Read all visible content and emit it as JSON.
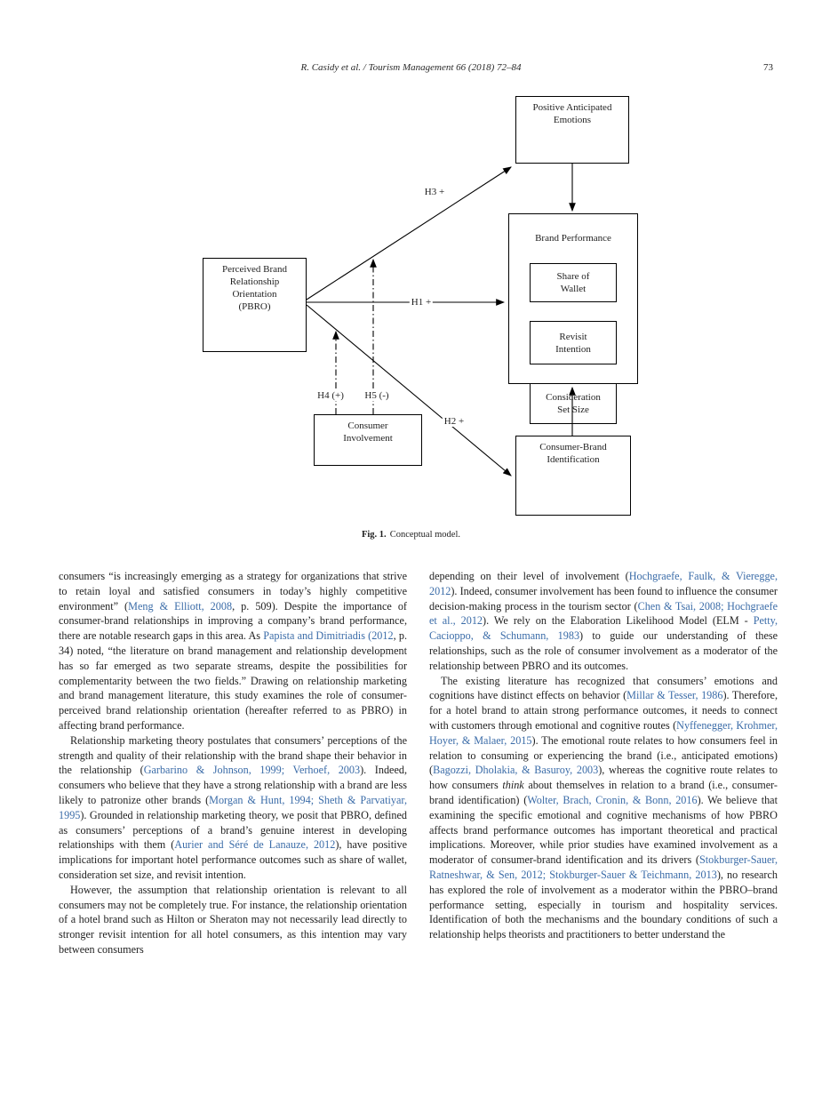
{
  "colors": {
    "link": "#3b6ca8",
    "text": "#1f1f1f"
  },
  "header": {
    "running_title": "R. Casidy et al. / Tourism Management 66 (2018) 72–84",
    "page_number": "73"
  },
  "figure": {
    "boxes": {
      "pbro": "Perceived Brand\nRelationship\nOrientation\n(PBRO)",
      "positive_anticipated_emotions": "Positive Anticipated\nEmotions",
      "brand_performance": "Brand Performance",
      "share_of_wallet": "Share of\nWallet",
      "revisit_intention": "Revisit\nIntention",
      "consideration_set_size": "Consideration\nSet Size",
      "consumer_involvement": "Consumer\nInvolvement",
      "consumer_brand_identification": "Consumer-Brand\nIdentification"
    },
    "labels": {
      "h1": "H1 +",
      "h2": "H2 +",
      "h3": "H3 +",
      "h4": "H4 (+)",
      "h5": "H5 (-)"
    },
    "caption": {
      "label": "Fig. 1.",
      "text": "Conceptual model."
    }
  },
  "body": {
    "left_column": [
      {
        "indent": false,
        "segments": [
          {
            "t": "consumers “is increasingly emerging as a strategy for organizations that strive to retain loyal and satisfied consumers in today’s highly competitive environment” ("
          },
          {
            "t": "Meng & Elliott, 2008",
            "link": true
          },
          {
            "t": ", p. 509). Despite the importance of consumer-brand relationships in improving a company’s brand performance, there are notable research gaps in this area. As "
          },
          {
            "t": "Papista and Dimitriadis (2012",
            "link": true
          },
          {
            "t": ", p. 34) noted, “the literature on brand management and relationship development has so far emerged as two separate streams, despite the possibilities for complementarity between the two fields.” Drawing on relationship marketing and brand management literature, this study examines the role of consumer-perceived brand relationship orientation (hereafter referred to as PBRO) in affecting brand performance."
          }
        ]
      },
      {
        "indent": true,
        "segments": [
          {
            "t": "Relationship marketing theory postulates that consumers’ perceptions of the strength and quality of their relationship with the brand shape their behavior in the relationship ("
          },
          {
            "t": "Garbarino & Johnson, 1999; Verhoef, 2003",
            "link": true
          },
          {
            "t": "). Indeed, consumers who believe that they have a strong relationship with a brand are less likely to patronize other brands ("
          },
          {
            "t": "Morgan & Hunt, 1994; Sheth & Parvatiyar, 1995",
            "link": true
          },
          {
            "t": "). Grounded in relationship marketing theory, we posit that PBRO, defined as consumers’ perceptions of a brand’s genuine interest in developing relationships with them ("
          },
          {
            "t": "Aurier and Séré de Lanauze, 2012",
            "link": true
          },
          {
            "t": "), have positive implications for important hotel performance outcomes such as share of wallet, consideration set size, and revisit intention."
          }
        ]
      },
      {
        "indent": true,
        "segments": [
          {
            "t": "However, the assumption that relationship orientation is relevant to all consumers may not be completely true. For instance, the relationship orientation of a hotel brand such as Hilton or Sheraton may not necessarily lead directly to stronger revisit intention for all hotel consumers, as this intention may vary between consumers"
          }
        ]
      }
    ],
    "right_column": [
      {
        "indent": false,
        "segments": [
          {
            "t": "depending on their level of involvement ("
          },
          {
            "t": "Hochgraefe, Faulk, & Vieregge, 2012",
            "link": true
          },
          {
            "t": "). Indeed, consumer involvement has been found to influence the consumer decision-making process in the tourism sector ("
          },
          {
            "t": "Chen & Tsai, 2008; Hochgraefe et al., 2012",
            "link": true
          },
          {
            "t": "). We rely on the Elaboration Likelihood Model (ELM - "
          },
          {
            "t": "Petty, Cacioppo, & Schumann, 1983",
            "link": true
          },
          {
            "t": ") to guide our understanding of these relationships, such as the role of consumer involvement as a moderator of the relationship between PBRO and its outcomes."
          }
        ]
      },
      {
        "indent": true,
        "segments": [
          {
            "t": "The existing literature has recognized that consumers’ emotions and cognitions have distinct effects on behavior ("
          },
          {
            "t": "Millar & Tesser, 1986",
            "link": true
          },
          {
            "t": "). Therefore, for a hotel brand to attain strong performance outcomes, it needs to connect with customers through emotional and cognitive routes ("
          },
          {
            "t": "Nyffenegger, Krohmer, Hoyer, & Malaer, 2015",
            "link": true
          },
          {
            "t": "). The emotional route relates to how consumers feel in relation to consuming or experiencing the brand (i.e., anticipated emotions) ("
          },
          {
            "t": "Bagozzi, Dholakia, & Basuroy, 2003",
            "link": true
          },
          {
            "t": "), whereas the cognitive route relates to how consumers "
          },
          {
            "t": "think",
            "italic": true
          },
          {
            "t": " about themselves in relation to a brand (i.e., consumer-brand identification) ("
          },
          {
            "t": "Wolter, Brach, Cronin, & Bonn, 2016",
            "link": true
          },
          {
            "t": "). We believe that examining the specific emotional and cognitive mechanisms of how PBRO affects brand performance outcomes has important theoretical and practical implications. Moreover, while prior studies have examined involvement as a moderator of consumer-brand identification and its drivers ("
          },
          {
            "t": "Stokburger-Sauer, Ratneshwar, & Sen, 2012; Stokburger-Sauer & Teichmann, 2013",
            "link": true
          },
          {
            "t": "), no research has explored the role of involvement as a moderator within the PBRO–brand performance setting, especially in tourism and hospitality services. Identification of both the mechanisms and the boundary conditions of such a relationship helps theorists and practitioners to better understand the"
          }
        ]
      }
    ]
  }
}
